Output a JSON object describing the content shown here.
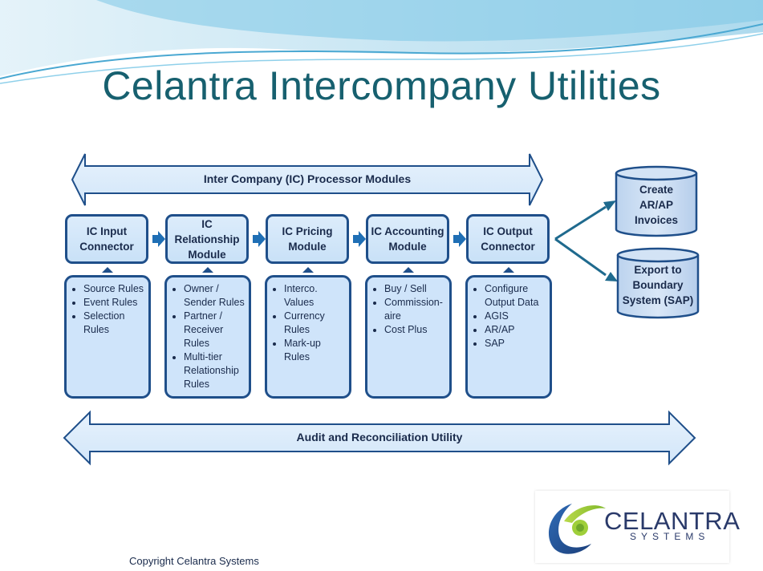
{
  "title": "Celantra Intercompany Utilities",
  "top_arrow_label": "Inter Company (IC) Processor Modules",
  "bottom_arrow_label": "Audit and Reconciliation Utility",
  "modules": [
    {
      "name_lines": [
        "IC Input",
        "Connector"
      ],
      "items": [
        "Source Rules",
        "Event Rules",
        "Selection Rules"
      ]
    },
    {
      "name_lines": [
        "IC",
        "Relationship",
        "Module"
      ],
      "items": [
        "Owner / Sender Rules",
        "Partner / Receiver Rules",
        "Multi-tier Relationship Rules"
      ]
    },
    {
      "name_lines": [
        "IC Pricing",
        "Module"
      ],
      "items": [
        "Interco. Values",
        "Currency Rules",
        "Mark-up Rules"
      ]
    },
    {
      "name_lines": [
        "IC Accounting",
        "Module"
      ],
      "items": [
        "Buy / Sell",
        "Commission-aire",
        "Cost Plus"
      ]
    },
    {
      "name_lines": [
        "IC Output",
        "Connector"
      ],
      "items": [
        "Configure Output Data",
        "AGIS",
        "AR/AP",
        "SAP"
      ]
    }
  ],
  "outputs": [
    {
      "lines": [
        "Create",
        "AR/AP",
        "Invoices"
      ]
    },
    {
      "lines": [
        "Export to",
        "Boundary",
        "System (SAP)"
      ]
    }
  ],
  "logo": {
    "name": "CELANTRA",
    "sub": "SYSTEMS"
  },
  "copyright": "Copyright Celantra Systems",
  "colors": {
    "title": "#17606f",
    "box_border": "#1f4f8a",
    "box_fill": "#cfe4fa",
    "text": "#1a2b4c"
  }
}
